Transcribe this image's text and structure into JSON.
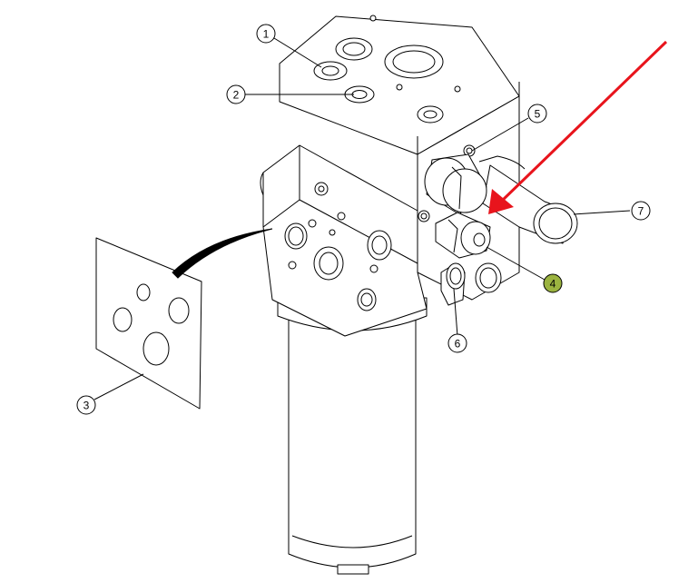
{
  "callouts": [
    {
      "label": "1",
      "highlighted": false
    },
    {
      "label": "2",
      "highlighted": false
    },
    {
      "label": "3",
      "highlighted": false
    },
    {
      "label": "4",
      "highlighted": true
    },
    {
      "label": "5",
      "highlighted": false
    },
    {
      "label": "6",
      "highlighted": false
    },
    {
      "label": "7",
      "highlighted": false
    }
  ],
  "colors": {
    "line": "#000000",
    "highlight_fill": "#9bb340",
    "arrow": "#e8141c",
    "background": "#ffffff"
  }
}
